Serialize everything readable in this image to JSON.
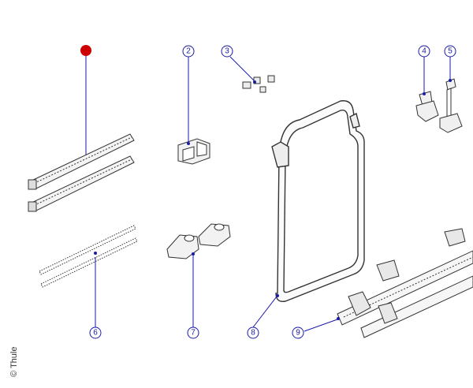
{
  "diagram": {
    "callouts": [
      {
        "id": "2",
        "label": "2"
      },
      {
        "id": "3",
        "label": "3"
      },
      {
        "id": "4",
        "label": "4"
      },
      {
        "id": "5",
        "label": "5"
      },
      {
        "id": "6",
        "label": "6"
      },
      {
        "id": "7",
        "label": "7"
      },
      {
        "id": "8",
        "label": "8"
      },
      {
        "id": "9",
        "label": "9"
      }
    ],
    "copyright": "© Thule",
    "colors": {
      "callout": "#1a1aa8",
      "marker": "#cc0000",
      "line_art": "#333333"
    }
  }
}
